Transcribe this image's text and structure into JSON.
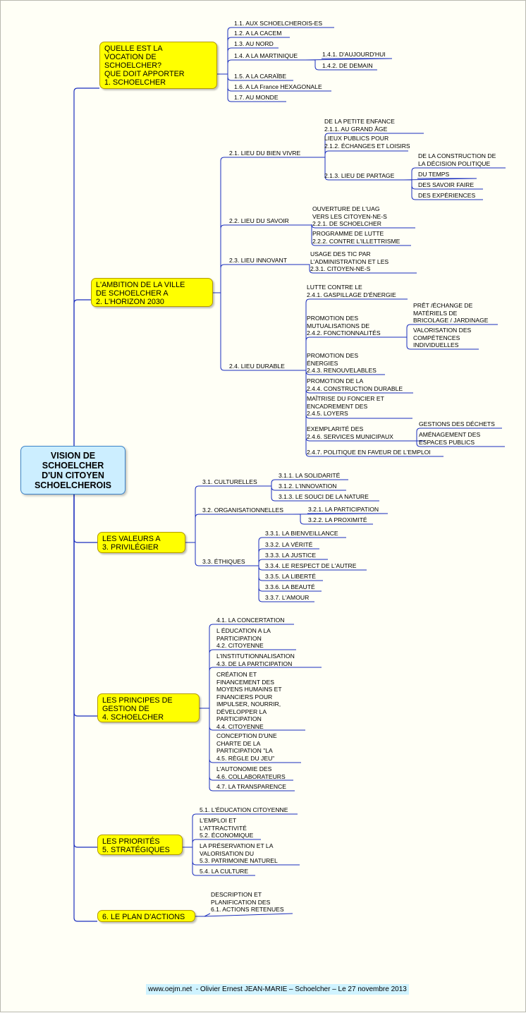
{
  "root": "VISION DE\nSCHOELCHER\nD'UN CITOYEN\nSCHOELCHEROIS",
  "footer": "www.oejm.net  - Olivier Ernest JEAN-MARIE – Schoelcher – Le 27 novembre 2013",
  "branches": [
    {
      "label": "QUELLE EST LA\nVOCATION DE\nSCHOELCHER?\nQUE DOIT APPORTER\n1. SCHOELCHER"
    },
    {
      "label": "L'AMBITION DE LA VILLE\nDE SCHOELCHER A\n2. L'HORIZON 2030"
    },
    {
      "label": "LES VALEURS A\n3. PRIVILÉGIER"
    },
    {
      "label": "LES PRINCIPES DE\nGESTION DE\n4. SCHOELCHER"
    },
    {
      "label": "LES PRIORITÉS\n5. STRATÉGIQUES"
    },
    {
      "label": "6. LE PLAN D'ACTIONS"
    }
  ],
  "nodes": {
    "n1_1": "1.1. AUX SCHOELCHEROIS-ES",
    "n1_2": "1.2. A LA CACEM",
    "n1_3": "1.3. AU NORD",
    "n1_4": "1.4. A LA MARTINIQUE",
    "n1_4_1": "1.4.1. D'AUJOURD'HUI",
    "n1_4_2": "1.4.2. DE DEMAIN",
    "n1_5": "1.5. A LA CARAÏBE",
    "n1_6": "1.6. A LA France HEXAGONALE",
    "n1_7": "1.7. AU MONDE",
    "n2_1": "2.1. LIEU DU BIEN VIVRE",
    "n2_1_1": "DE LA PETITE ENFANCE\n2.1.1. AU GRAND ÂGE",
    "n2_1_2": "LIEUX PUBLICS POUR\n2.1.2. ÉCHANGES ET LOISIRS",
    "n2_1_3": "2.1.3. LIEU DE PARTAGE",
    "n2_1_3_a": "DE LA CONSTRUCTION DE\nLA DÉCISION POLITIQUE",
    "n2_1_3_b": "DU TEMPS",
    "n2_1_3_c": "DES SAVOIR FAIRE",
    "n2_1_3_d": "DES EXPÉRIENCES",
    "n2_2": "2.2. LIEU DU SAVOIR",
    "n2_2_1": "OUVERTURE DE L'UAG\nVERS LES CITOYEN-NE-S\n2.2.1. DE SCHOELCHER",
    "n2_2_2": "PROGRAMME DE LUTTE\n2.2.2. CONTRE L'ILLETTRISME",
    "n2_3": "2.3. LIEU INNOVANT",
    "n2_3_1": "USAGE DES TIC PAR\nL'ADMINISTRATION ET LES\n2.3.1. CITOYEN-NE-S",
    "n2_4": "2.4. LIEU DURABLE",
    "n2_4_1": "LUTTE CONTRE LE\n2.4.1. GASPILLAGE D'ÉNERGIE",
    "n2_4_2": "PROMOTION DES\nMUTUALISATIONS DE\n2.4.2. FONCTIONNALITÉS",
    "n2_4_2_a": "PRÊT /ÉCHANGE DE\nMATÉRIELS DE\nBRICOLAGE / JARDINAGE",
    "n2_4_2_b": "VALORISATION DES\nCOMPÉTENCES\nINDIVIDUELLES",
    "n2_4_3": "PROMOTION DES\nÉNERGIES\n2.4.3. RENOUVELABLES",
    "n2_4_4": "PROMOTION DE LA\n2.4.4. CONSTRUCTION DURABLE",
    "n2_4_5": "MAÎTRISE DU FONCIER ET\nENCADREMENT DES\n2.4.5. LOYERS",
    "n2_4_6": "EXEMPLARITÉ DES\n2.4.6. SERVICES MUNICIPAUX",
    "n2_4_6_a": "GESTIONS DES DÉCHETS",
    "n2_4_6_b": "AMÉNAGEMENT DES\nESPACES PUBLICS",
    "n2_4_7": "2.4.7. POLITIQUE EN FAVEUR DE L'EMPLOI",
    "n3_1": "3.1. CULTURELLES",
    "n3_1_1": "3.1.1. LA SOLIDARITÉ",
    "n3_1_2": "3.1.2. L'INNOVATION",
    "n3_1_3": "3.1.3. LE SOUCI DE LA NATURE",
    "n3_2": "3.2. ORGANISATIONNELLES",
    "n3_2_1": "3.2.1. LA PARTICIPATION",
    "n3_2_2": "3.2.2. LA PROXIMITÉ",
    "n3_3": "3.3. ÉTHIQUES",
    "n3_3_1": "3.3.1. LA BIENVEILLANCE",
    "n3_3_2": "3.3.2. LA VÉRITÉ",
    "n3_3_3": "3.3.3. LA JUSTICE",
    "n3_3_4": "3.3.4. LE RESPECT DE L'AUTRE",
    "n3_3_5": "3.3.5. LA LIBERTÉ",
    "n3_3_6": "3.3.6. LA BEAUTÉ",
    "n3_3_7": "3.3.7. L'AMOUR",
    "n4_1": "4.1. LA CONCERTATION",
    "n4_2": "L ÉDUCATION A LA\nPARTICIPATION\n4.2. CITOYENNE",
    "n4_3": "L'INSTITUTIONNALISATION\n4.3. DE LA PARTICIPATION",
    "n4_4": "CRÉATION ET\nFINANCEMENT DES\nMOYENS HUMAINS ET\nFINANCIERS POUR\nIMPULSER, NOURRIR,\nDÉVELOPPER LA\nPARTICIPATION\n4.4. CITOYENNE",
    "n4_5": "CONCEPTION D'UNE\nCHARTE DE LA\nPARTICIPATION \"LA\n4.5. RÈGLE DU JEU\"",
    "n4_6": "L'AUTONOMIE DES\n4.6. COLLABORATEURS",
    "n4_7": "4.7. LA TRANSPARENCE",
    "n5_1": "5.1. L'ÉDUCATION CITOYENNE",
    "n5_2": "L'EMPLOI ET\nL'ATTRACTIVITÉ\n5.2. ÉCONOMIQUE",
    "n5_3": "LA PRÉSERVATION ET LA\nVALORISATION DU\n5.3. PATRIMOINE NATUREL",
    "n5_4": "5.4. LA CULTURE",
    "n6_1": "DESCRIPTION ET\nPLANIFICATION DES\n6.1. ACTIONS RETENUES"
  }
}
